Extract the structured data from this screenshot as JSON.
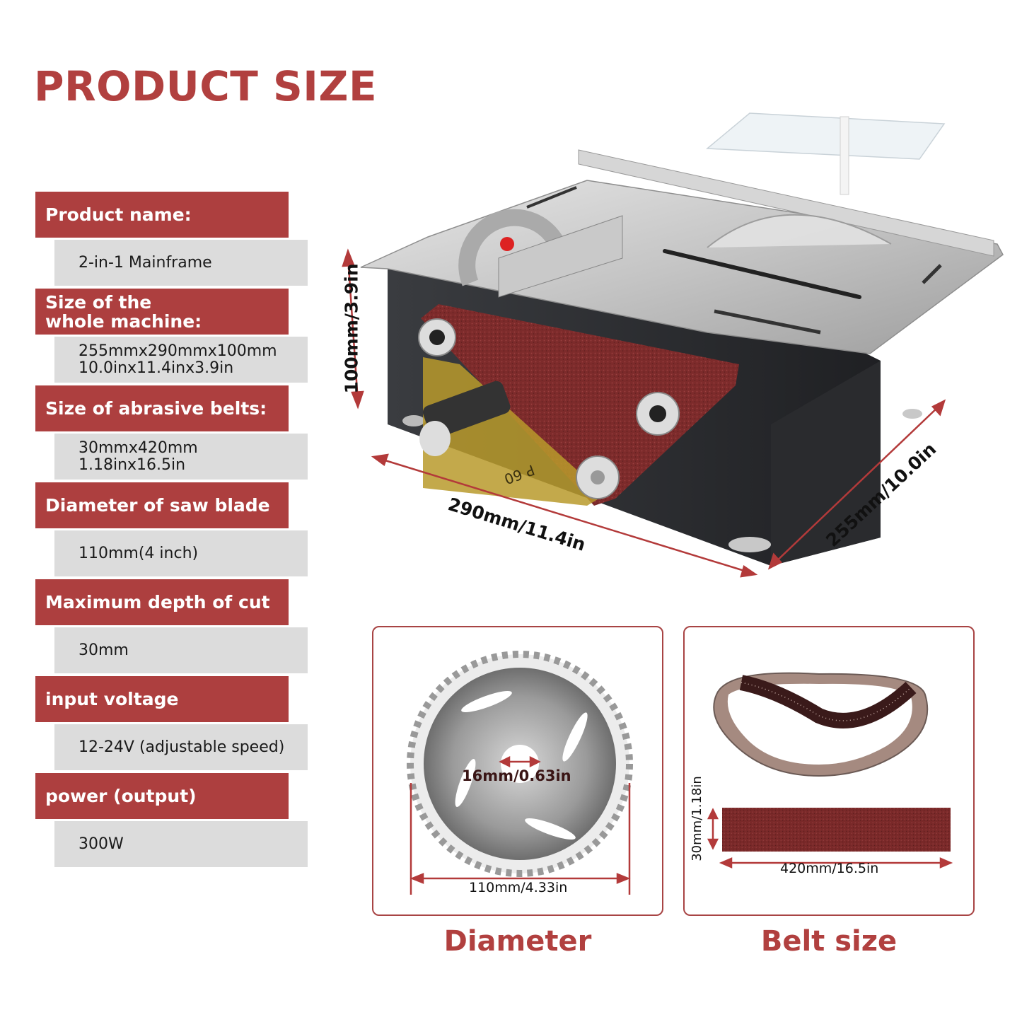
{
  "title": "PRODUCT SIZE",
  "specs": [
    {
      "label": "Product name:",
      "value_lines": [
        "2-in-1 Mainframe"
      ]
    },
    {
      "label_lines": [
        "Size of the",
        "whole machine:"
      ],
      "value_lines": [
        "255mmx290mmx100mm",
        "10.0inx11.4inx3.9in"
      ]
    },
    {
      "label": "Size of abrasive belts:",
      "value_lines": [
        "30mmx420mm",
        "1.18inx16.5in"
      ]
    },
    {
      "label": "Diameter of saw blade",
      "value_lines": [
        "110mm(4 inch)"
      ]
    },
    {
      "label": "Maximum depth of cut",
      "value_lines": [
        "30mm"
      ]
    },
    {
      "label": "input voltage",
      "value_lines": [
        "12-24V (adjustable speed)"
      ]
    },
    {
      "label": "power (output)",
      "value_lines": [
        "300W"
      ]
    }
  ],
  "machine": {
    "height_dim": "100mm/3.9in",
    "length_dim": "290mm/11.4in",
    "width_dim": "255mm/10.0in",
    "belt_print": "P 60"
  },
  "panels": {
    "diameter": {
      "caption": "Diameter",
      "bore_dim": "16mm/0.63in",
      "outer_dim": "110mm/4.33in"
    },
    "belt": {
      "caption": "Belt size",
      "width_dim": "30mm/1.18in",
      "length_dim": "420mm/16.5in"
    }
  },
  "colors": {
    "accent": "#ad3f3f",
    "value_bg": "#dcdcdc",
    "belt": "#7a2a2a",
    "steel": "#c9c9c9",
    "body": "#2b2d30"
  }
}
